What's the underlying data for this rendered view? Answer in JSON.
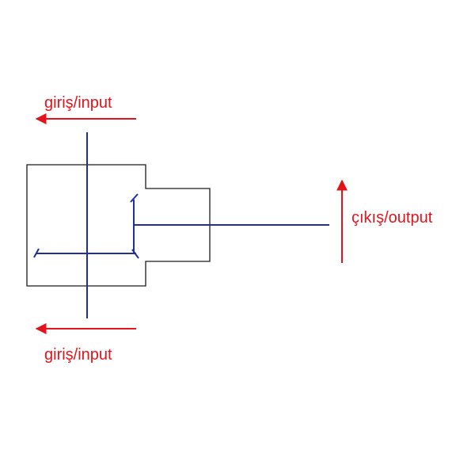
{
  "labels": {
    "input_top": "giriş/input",
    "input_bottom": "giriş/input",
    "output": "çıkış/output"
  },
  "colors": {
    "outline": "#1a1a1a",
    "pipe": "#1f2f9e",
    "arrow": "#e3131b",
    "label": "#e3131b"
  }
}
